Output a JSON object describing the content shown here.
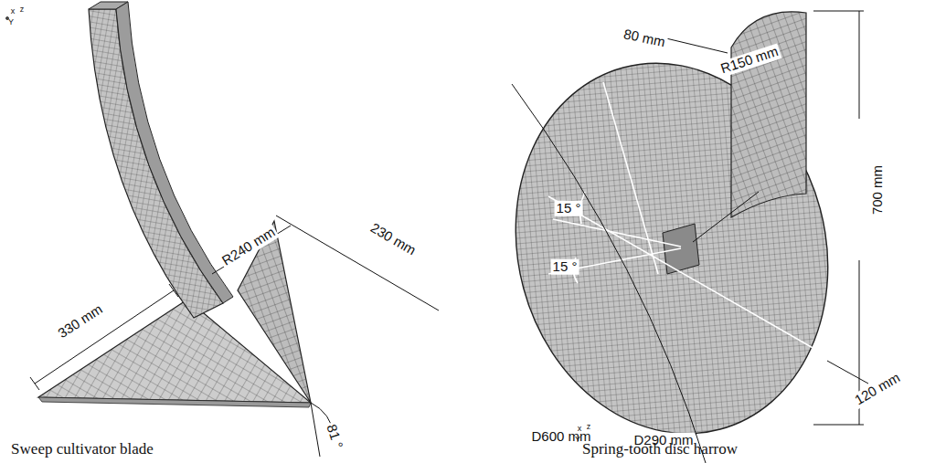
{
  "diagram": {
    "labels": [
      "330 mm",
      "R240 mm",
      "230 mm",
      "81 °",
      "x",
      "z",
      "Y",
      "80 mm",
      "R150 mm",
      "700 mm",
      "15 °",
      "15 °",
      "120 mm",
      "D600 mm",
      "D290 mm",
      "x",
      "z",
      "Y",
      "Sweep cultivator blade",
      "Spring-tooth disc harrow"
    ]
  }
}
